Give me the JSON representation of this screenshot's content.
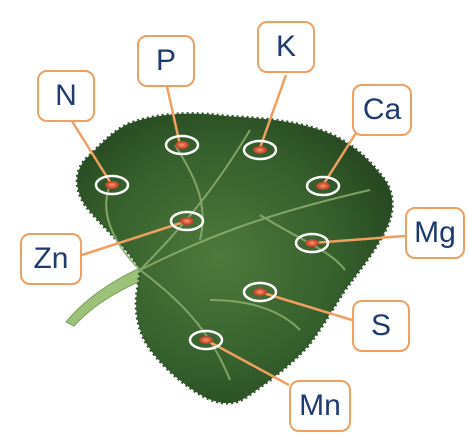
{
  "diagram": {
    "labels": [
      {
        "id": "N",
        "text": "N"
      },
      {
        "id": "P",
        "text": "P"
      },
      {
        "id": "K",
        "text": "K"
      },
      {
        "id": "Ca",
        "text": "Ca"
      },
      {
        "id": "Mg",
        "text": "Mg"
      },
      {
        "id": "Zn",
        "text": "Zn"
      },
      {
        "id": "S",
        "text": "S"
      },
      {
        "id": "Mn",
        "text": "Mn"
      }
    ],
    "colors": {
      "label_border": "#f0a060",
      "leader_line": "#f0a060",
      "label_text": "#1d3b6e",
      "leaf_dark": "#1e3a1a",
      "leaf_light": "#4f7a3c",
      "spot_ring": "#ffffff"
    }
  }
}
